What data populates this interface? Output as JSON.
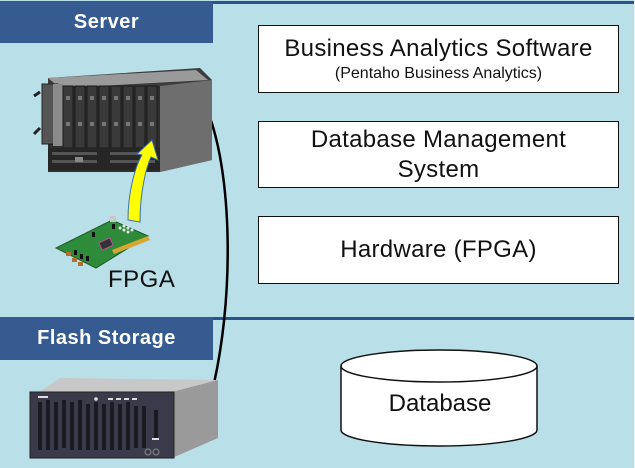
{
  "sections": {
    "server": {
      "label": "Server"
    },
    "flash_storage": {
      "label": "Flash Storage"
    }
  },
  "hardware_labels": {
    "fpga": "FPGA"
  },
  "stack": [
    {
      "title": "Business Analytics Software",
      "subtitle": "(Pentaho Business Analytics)"
    },
    {
      "title": "Database Management",
      "subtitle": "System"
    },
    {
      "title": "Hardware (FPGA)"
    }
  ],
  "storage": {
    "label": "Database"
  },
  "colors": {
    "background": "#b9dfe8",
    "band": "#355b91",
    "divider": "#2d5488",
    "arrow": "#ffff00",
    "box_fill": "#ffffff"
  }
}
